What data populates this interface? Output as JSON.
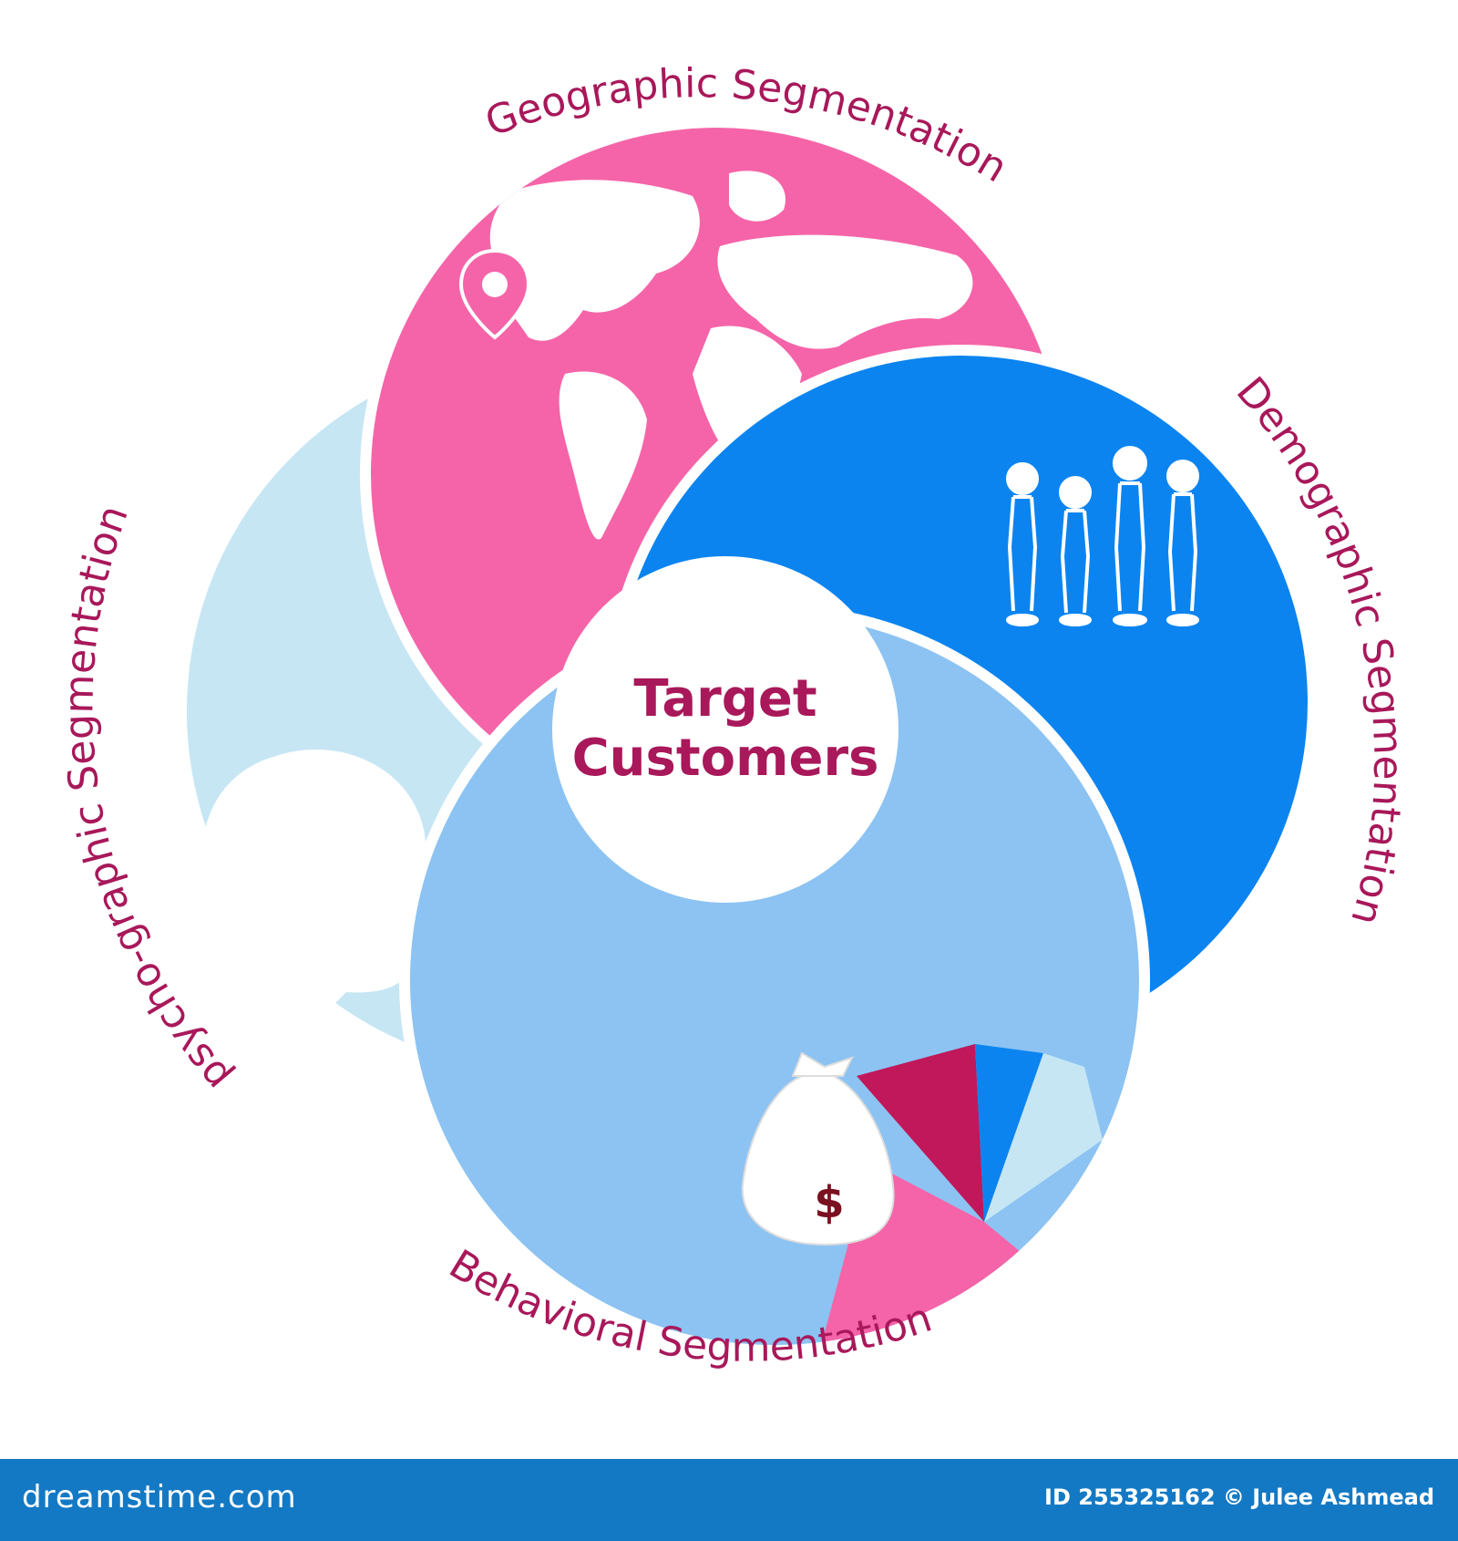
{
  "center": {
    "line1": "Target",
    "line2": "Customers"
  },
  "segments": [
    {
      "id": "geographic",
      "label": "Geographic Segmentation",
      "color": "#f564a8"
    },
    {
      "id": "demographic",
      "label": "Demographic Segmentation",
      "color": "#0b84f0"
    },
    {
      "id": "behavioral",
      "label": "Behavioral Segmentation",
      "color": "#8cc3f2"
    },
    {
      "id": "psychographic",
      "label": "psycho-graphic Segmentation",
      "color": "#c6e6f4"
    }
  ],
  "icons": {
    "geographic": "world-map-icon",
    "location": "location-pin-icon",
    "demographic": "people-group-icon",
    "psychographic": "human-head-icon",
    "behavioral": "money-bag-icon",
    "pie": "pie-chart-icon",
    "currency_symbol": "$"
  },
  "accent_colors": {
    "label_text": "#a8185a",
    "pie_dark": "#c0185a",
    "footer_bg": "#1479c4"
  },
  "footer": {
    "brand": "dreamstime.com",
    "credit": "ID 255325162 © Julee Ashmead"
  }
}
